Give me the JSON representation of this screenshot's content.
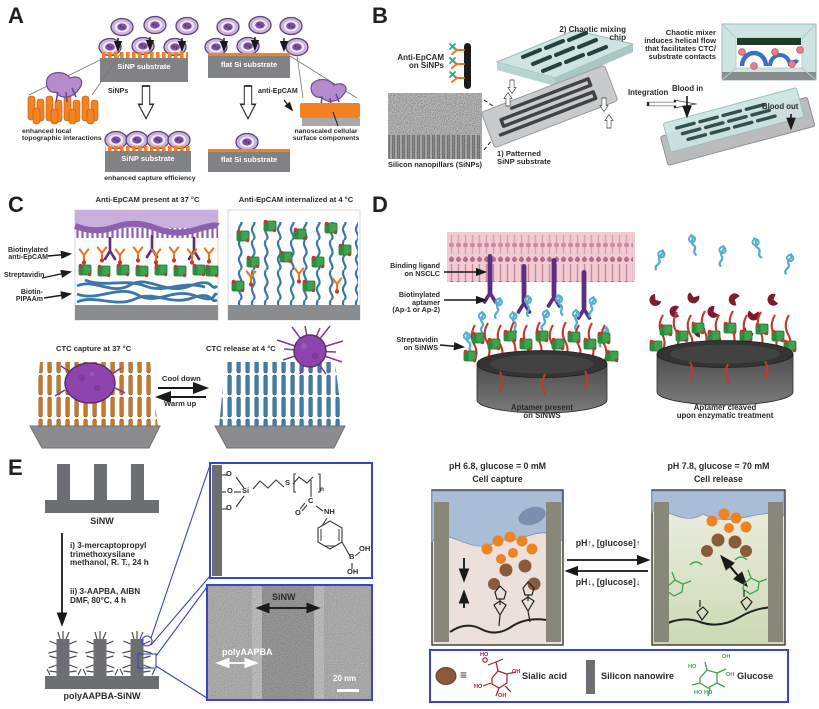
{
  "figure": {
    "description": "Multi-panel schematic of silicon nanopillar / nanowire CTC capture-and-release platforms"
  },
  "colors": {
    "orange": "#F58220",
    "substrate_gray": "#808285",
    "cell_purple": "#B48CCC",
    "nucleus_purple": "#6B3FA0",
    "chip_teal": "#CDE4E1",
    "polymer_blue": "#3B78A8",
    "streptavidin_green": "#3FA34D",
    "biotin_red": "#C0392B",
    "membrane_pink": "#F2C9D1",
    "ligand_purple": "#5C2D82",
    "aptamer_cyan": "#5FB0D2",
    "crescent_dark_red": "#7E1B33",
    "inset_border_blue": "#3A45C4",
    "sialic_red": "#A02030",
    "glucose_green": "#3FA34D"
  },
  "panels": {
    "a": {
      "label": "A",
      "sinp_substrate_top": "SiNP substrate",
      "sinp_substrate_bottom": "SiNP substrate",
      "flat_substrate_top": "flat Si substrate",
      "flat_substrate_bottom": "flat Si substrate",
      "sinps": "SiNPs",
      "anti_epcam": "anti-EpCAM",
      "local_interactions": "enhanced local\ntopographic interactions",
      "capture_efficiency": "enhanced capture efficiency",
      "surface_components": "nanoscaled cellular\nsurface components"
    },
    "b": {
      "label": "B",
      "anti_epcam": "Anti-EpCAM\non SiNPs",
      "chip2": "2) Chaotic mixing\nchip",
      "mixer": "Chaotic mixer\ninduces helical flow\nthat facilitates CTC/\nsubstrate contacts",
      "sem_caption": "Silicon nanopillars (SiNPs)",
      "chip1": "1) Patterned\nSiNP substrate",
      "integration": "Integration",
      "blood_in": "Blood in",
      "blood_out": "Blood out"
    },
    "c": {
      "label": "C",
      "title_left": "Anti-EpCAM present at 37 °C",
      "title_right": "Anti-EpCAM internalized at 4 °C",
      "biotinylated": "Biotinylated\nanti-EpCAM",
      "streptavidin": "Streptavidin",
      "biotin_pipaam": "Biotin-\nPIPAAm",
      "capture": "CTC capture at 37 °C",
      "release": "CTC release at 4 °C",
      "cool_down": "Cool down",
      "warm_up": "Warm up"
    },
    "d": {
      "label": "D",
      "binding_ligand": "Binding ligand\non NSCLC",
      "aptamer": "Biotinylated\naptamer\n(Ap-1 or Ap-2)",
      "streptavidin": "Streptavidin\non SiNWS",
      "caption_left": "Aptamer present\non SiNWS",
      "caption_right": "Aptamer cleaved\nupon enzymatic treatment"
    },
    "e": {
      "label": "E",
      "sinw": "SiNW",
      "step_i": "i) 3-mercaptopropyl\ntrimethoxysilane\nmethanol, R. T., 24 h",
      "step_ii": "ii) 3-AAPBA, AIBN\nDMF, 80°C, 4 h",
      "polyaapba_sinw": "polyAAPBA-SiNW",
      "chem": {
        "o1": "O",
        "o2": "O",
        "o3": "O",
        "si": "Si",
        "s": "S",
        "n": "n",
        "c": "C",
        "o4": "O",
        "nh": "NH",
        "b": "B",
        "oh1": "OH",
        "oh2": "OH"
      },
      "tem": {
        "sinw": "SiNW",
        "polyaapba": "polyAAPBA",
        "scale": "20 nm"
      },
      "capture_title": "pH 6.8, glucose = 0 mM",
      "capture_sub": "Cell capture",
      "release_title": "pH 7.8, glucose = 70 mM",
      "release_sub": "Cell release",
      "arrow_up_label": "pH↑, [glucose]↑",
      "arrow_down_label": "pH↓, [glucose]↓",
      "legend": {
        "equiv": "≡",
        "sialic": "Sialic acid",
        "nanowire": "Silicon nanowire",
        "glucose": "Glucose",
        "sialic_labels": [
          "HO",
          "OH",
          "HO",
          "OH"
        ],
        "glucose_labels": [
          "OH",
          "HO",
          "OH",
          "HO HO"
        ]
      }
    }
  }
}
